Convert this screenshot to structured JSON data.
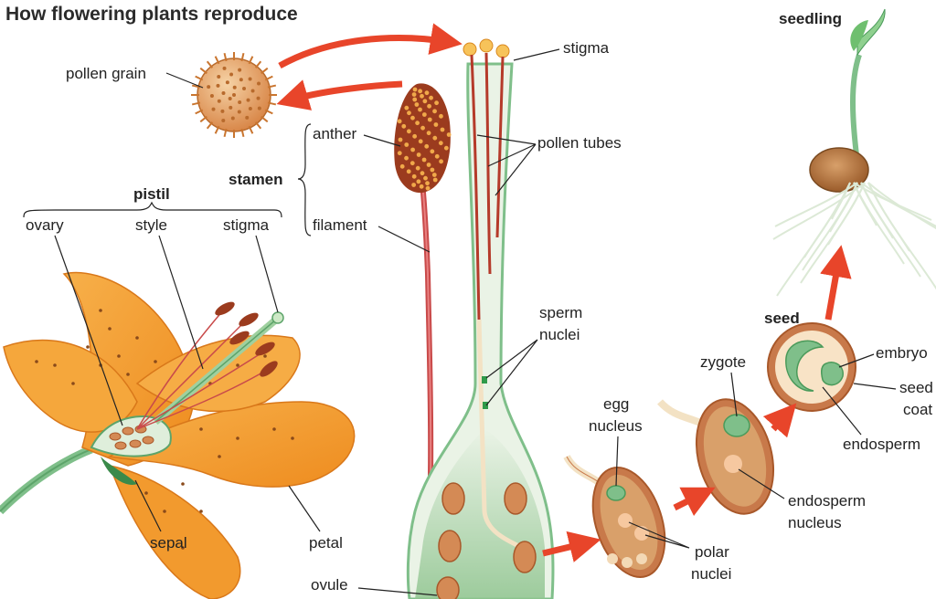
{
  "title": "How flowering plants reproduce",
  "labels": {
    "pollen_grain": "pollen grain",
    "stigma_top": "stigma",
    "pollen_tubes": "pollen tubes",
    "anther": "anther",
    "stamen": "stamen",
    "filament": "filament",
    "pistil": "pistil",
    "ovary": "ovary",
    "style": "style",
    "stigma_pistil": "stigma",
    "sepal": "sepal",
    "petal": "petal",
    "ovule": "ovule",
    "sperm_nuclei_1": "sperm",
    "sperm_nuclei_2": "nuclei",
    "egg_nucleus_1": "egg",
    "egg_nucleus_2": "nucleus",
    "polar_nuclei_1": "polar",
    "polar_nuclei_2": "nuclei",
    "zygote": "zygote",
    "endosperm_nucleus_1": "endosperm",
    "endosperm_nucleus_2": "nucleus",
    "seed": "seed",
    "embryo": "embryo",
    "seed_coat_1": "seed",
    "seed_coat_2": "coat",
    "endosperm": "endosperm",
    "seedling": "seedling"
  },
  "colors": {
    "petal": "#f29a2e",
    "petal_dark": "#d9781a",
    "stem": "#7fbf8a",
    "arrow": "#e8452a",
    "pollen": "#e8a660",
    "anther": "#9b3b1e",
    "filament": "#c94a4a",
    "ovule": "#c8794a",
    "pistil_fill": "#e6f1e3"
  }
}
